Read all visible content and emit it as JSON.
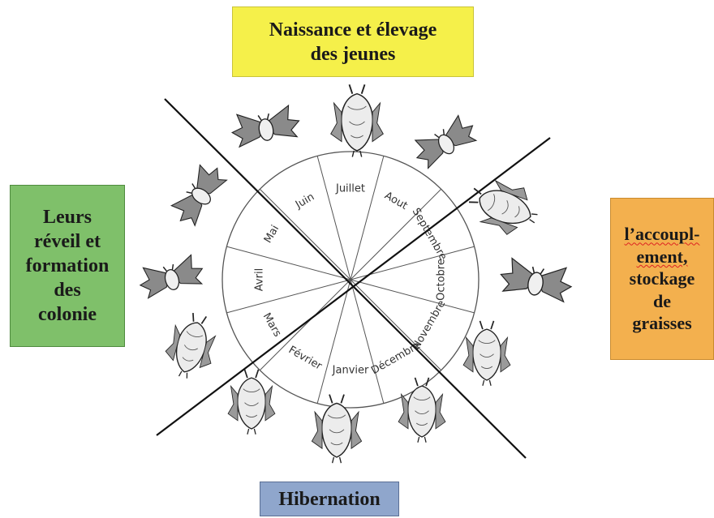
{
  "phases": {
    "top": {
      "lines": [
        "Naissance et élevage",
        "des jeunes"
      ],
      "color": "#f5f04a"
    },
    "left": {
      "lines": [
        "Leurs",
        "réveil et",
        "formation",
        "des",
        "colonie"
      ],
      "color": "#7fc06a"
    },
    "right": {
      "lines": [
        "l’accoupl-",
        "ement,",
        "stockage",
        "de",
        "graisses"
      ],
      "color": "#f3b04e"
    },
    "bottom": {
      "lines": [
        "Hibernation"
      ],
      "color": "#8fa6cc"
    }
  },
  "months": [
    "Janvier",
    "Février",
    "Mars",
    "Avril",
    "Mai",
    "Juin",
    "Juillet",
    "Aout",
    "Septembre",
    "Octobre",
    "Novembre",
    "Décembre"
  ],
  "illustrations": [
    "bat-hanging-icon",
    "bat-flying-icon",
    "bat-cluster-icon"
  ]
}
